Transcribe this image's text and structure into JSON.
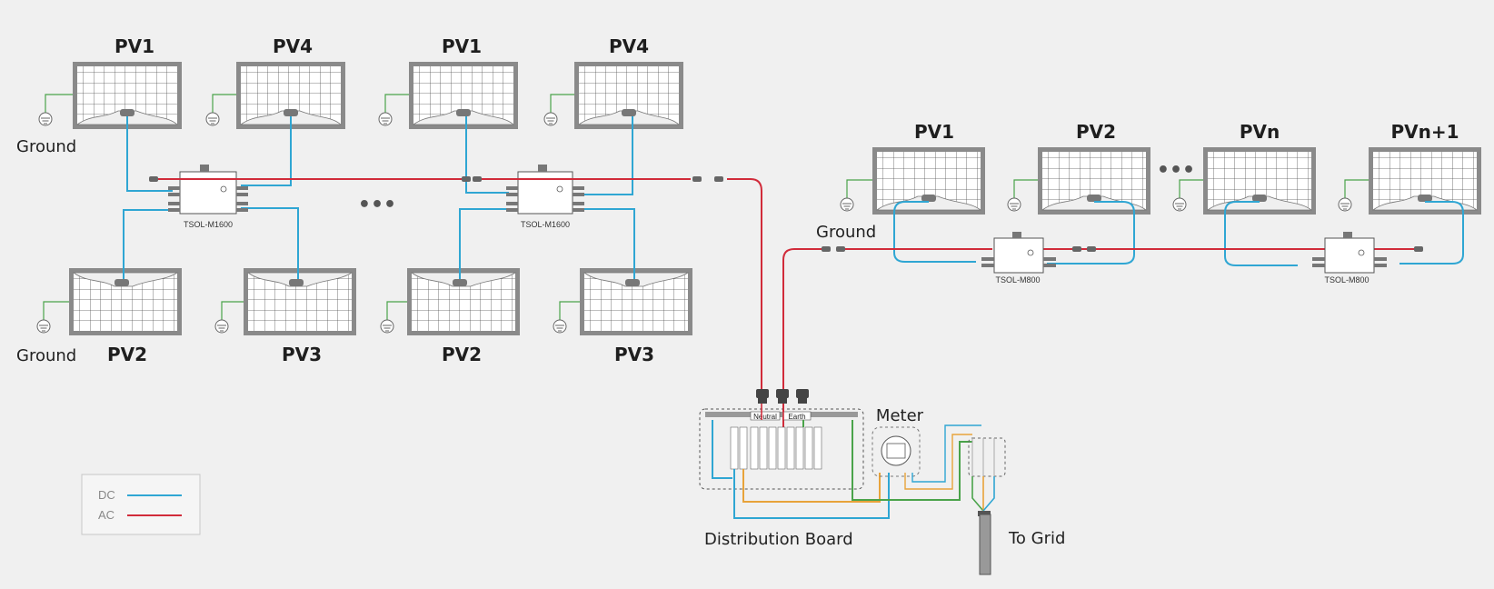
{
  "colors": {
    "dc": "#2fa6d3",
    "ac": "#d12b3a",
    "ground": "#4aa34a",
    "neutral": "#e8a33a",
    "panel_frame": "#7a7a7a",
    "background": "#f0f0f0"
  },
  "icons": [
    "ground-symbol-icon",
    "microinverter-icon",
    "breaker-icon",
    "meter-icon",
    "grounding-rod-icon"
  ],
  "group_a": {
    "panels": [
      {
        "id": "a1",
        "label": "PV1"
      },
      {
        "id": "a2",
        "label": "PV4"
      },
      {
        "id": "a3",
        "label": "PV2"
      },
      {
        "id": "a4",
        "label": "PV3"
      }
    ],
    "ground_label_top": "Ground",
    "ground_label_bottom": "Ground",
    "inverter_label": "TSOL-M1600"
  },
  "group_b": {
    "panels": [
      {
        "id": "b1",
        "label": "PV1"
      },
      {
        "id": "b2",
        "label": "PV4"
      },
      {
        "id": "b3",
        "label": "PV2"
      },
      {
        "id": "b4",
        "label": "PV3"
      }
    ],
    "inverter_label": "TSOL-M1600"
  },
  "group_c": {
    "panels": [
      {
        "id": "c1",
        "label": "PV1"
      },
      {
        "id": "c2",
        "label": "PV2"
      },
      {
        "id": "c3",
        "label": "PVn"
      },
      {
        "id": "c4",
        "label": "PVn+1"
      }
    ],
    "ground_label": "Ground",
    "inverter_1_label": "TSOL-M800",
    "inverter_2_label": "TSOL-M800"
  },
  "ellipsis_between_groups": "•••",
  "ellipsis_right": "•••",
  "distribution_board": {
    "label": "Distribution Board",
    "neutral_label": "Neutral",
    "earth_label": "Earth"
  },
  "meter": {
    "label": "Meter"
  },
  "grid": {
    "label": "To Grid"
  },
  "legend": {
    "items": [
      {
        "label": "DC",
        "color": "#2fa6d3"
      },
      {
        "label": "AC",
        "color": "#d12b3a"
      }
    ]
  }
}
